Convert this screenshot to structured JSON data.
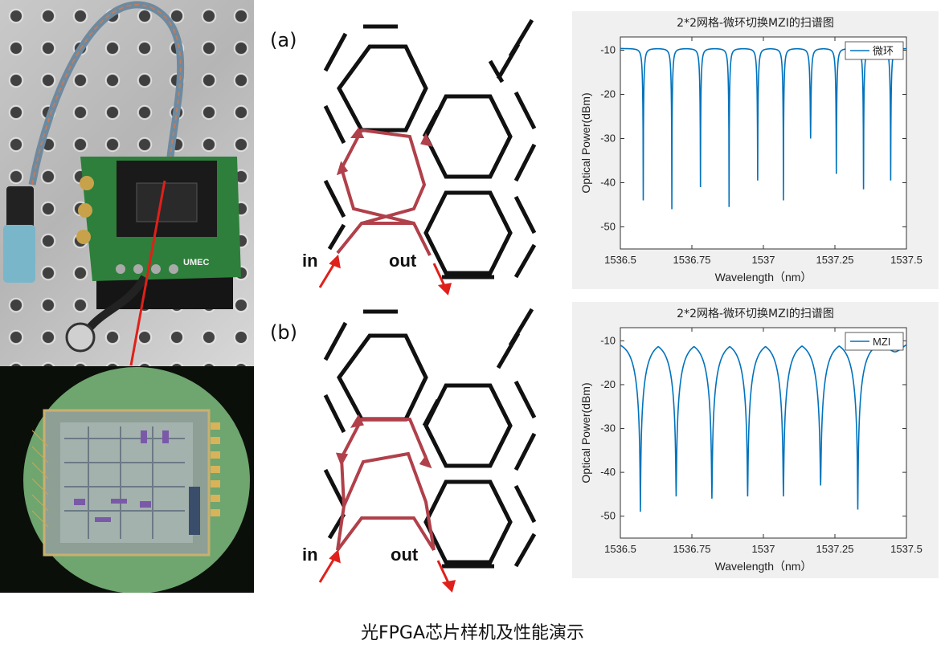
{
  "caption": "光FPGA芯片样机及性能演示",
  "photos": {
    "board_logo_text": "UMEC"
  },
  "diagrams": [
    {
      "label": "(a)",
      "in_label": "in",
      "out_label": "out"
    },
    {
      "label": "(b)",
      "in_label": "in",
      "out_label": "out"
    }
  ],
  "colors": {
    "trace": "#0072BD",
    "arrow": "#b0404a",
    "red_arrow": "#e0201a"
  },
  "chart_data": [
    {
      "type": "line",
      "title": "2*2网格-微环切换MZI的扫谱图",
      "xlabel": "Wavelength（nm）",
      "ylabel": "Optical Power(dBm)",
      "xlim": [
        1536.5,
        1537.5
      ],
      "ylim": [
        -55,
        -7
      ],
      "xticks": [
        1536.5,
        1536.75,
        1537,
        1537.25,
        1537.5
      ],
      "xtick_labels": [
        "1536.5",
        "1536.75",
        "1537",
        "1537.25",
        "1537.5"
      ],
      "yticks": [
        -10,
        -20,
        -30,
        -40,
        -50
      ],
      "ytick_labels": [
        "-10",
        "-20",
        "-30",
        "-40",
        "-50"
      ],
      "series": [
        {
          "name": "微环",
          "baseline": -9.6,
          "dip_width": 0.006,
          "dips": [
            {
              "x": 1536.58,
              "y": -44
            },
            {
              "x": 1536.68,
              "y": -46
            },
            {
              "x": 1536.78,
              "y": -41
            },
            {
              "x": 1536.88,
              "y": -45.5
            },
            {
              "x": 1536.98,
              "y": -39.5
            },
            {
              "x": 1537.07,
              "y": -44
            },
            {
              "x": 1537.165,
              "y": -30
            },
            {
              "x": 1537.255,
              "y": -38
            },
            {
              "x": 1537.35,
              "y": -41.5
            },
            {
              "x": 1537.445,
              "y": -39.5
            }
          ]
        }
      ]
    },
    {
      "type": "line",
      "title": "2*2网格-微环切换MZI的扫谱图",
      "xlabel": "Wavelength（nm）",
      "ylabel": "Optical Power(dBm)",
      "xlim": [
        1536.5,
        1537.5
      ],
      "ylim": [
        -55,
        -7
      ],
      "xticks": [
        1536.5,
        1536.75,
        1537,
        1537.25,
        1537.5
      ],
      "xtick_labels": [
        "1536.5",
        "1536.75",
        "1537",
        "1537.25",
        "1537.5"
      ],
      "yticks": [
        -10,
        -20,
        -30,
        -40,
        -50
      ],
      "ytick_labels": [
        "-10",
        "-20",
        "-30",
        "-40",
        "-50"
      ],
      "series": [
        {
          "name": "MZI",
          "baseline": -9.5,
          "dip_width": 0.045,
          "dips": [
            {
              "x": 1536.57,
              "y": -49
            },
            {
              "x": 1536.695,
              "y": -45.5
            },
            {
              "x": 1536.82,
              "y": -46
            },
            {
              "x": 1536.945,
              "y": -45.5
            },
            {
              "x": 1537.07,
              "y": -45.5
            },
            {
              "x": 1537.2,
              "y": -43
            },
            {
              "x": 1537.33,
              "y": -48.5
            },
            {
              "x": 1537.46,
              "y": -12.5
            }
          ]
        }
      ]
    }
  ]
}
